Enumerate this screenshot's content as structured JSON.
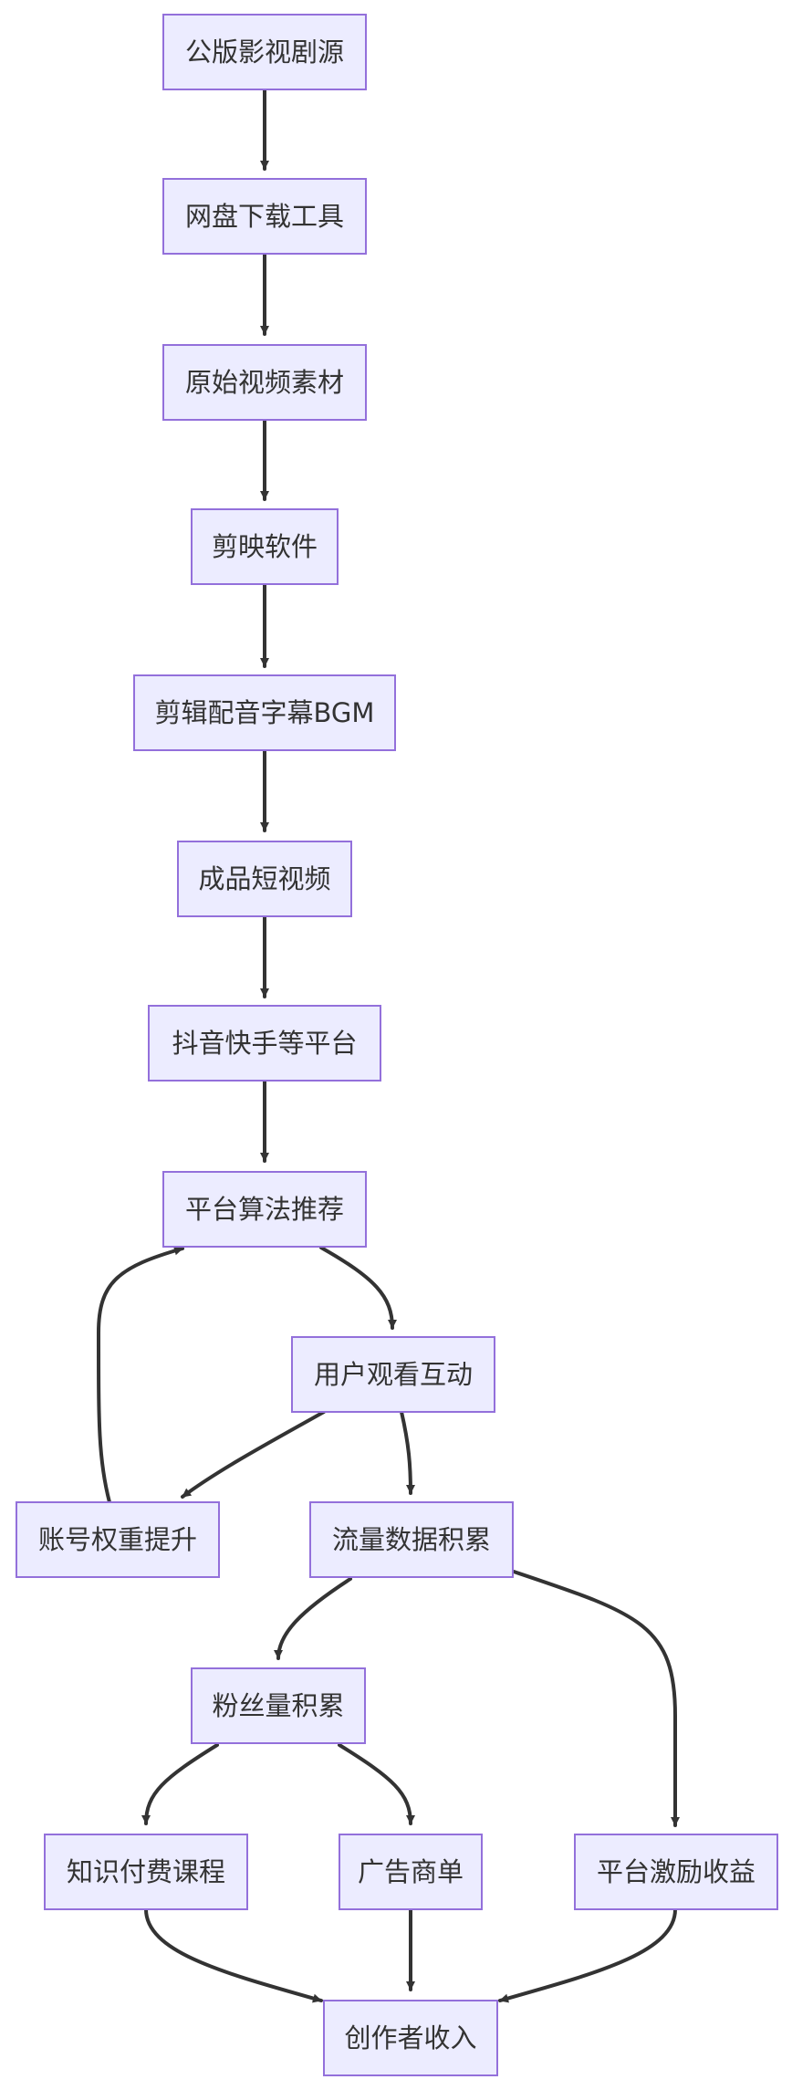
{
  "nodes": {
    "n1": "公版影视剧源",
    "n2": "网盘下载工具",
    "n3": "原始视频素材",
    "n4": "剪映软件",
    "n5": "剪辑配音字幕BGM",
    "n6": "成品短视频",
    "n7": "抖音快手等平台",
    "n8": "平台算法推荐",
    "n9": "用户观看互动",
    "n10": "账号权重提升",
    "n11": "流量数据积累",
    "n12": "粉丝量积累",
    "n13": "知识付费课程",
    "n14": "广告商单",
    "n15": "平台激励收益",
    "n16": "创作者收入"
  },
  "edges": [
    [
      "n1",
      "n2"
    ],
    [
      "n2",
      "n3"
    ],
    [
      "n3",
      "n4"
    ],
    [
      "n4",
      "n5"
    ],
    [
      "n5",
      "n6"
    ],
    [
      "n6",
      "n7"
    ],
    [
      "n7",
      "n8"
    ],
    [
      "n8",
      "n9"
    ],
    [
      "n9",
      "n10"
    ],
    [
      "n9",
      "n11"
    ],
    [
      "n10",
      "n8"
    ],
    [
      "n11",
      "n12"
    ],
    [
      "n11",
      "n15"
    ],
    [
      "n12",
      "n13"
    ],
    [
      "n12",
      "n14"
    ],
    [
      "n13",
      "n16"
    ],
    [
      "n14",
      "n16"
    ],
    [
      "n15",
      "n16"
    ]
  ],
  "colors": {
    "node_fill": "#ececff",
    "node_stroke": "#9370db",
    "edge": "#333333",
    "text": "#333333"
  }
}
